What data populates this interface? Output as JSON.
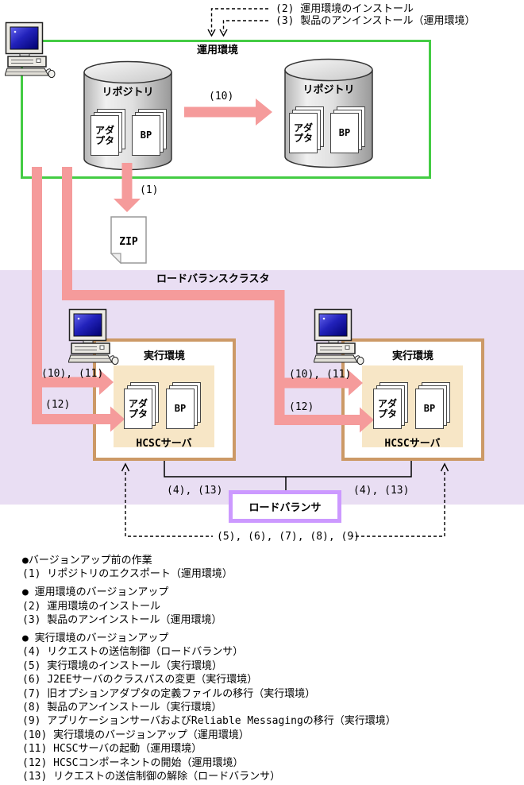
{
  "colors": {
    "green_border": "#44cc44",
    "pink_arrow": "#f59b9b",
    "lavender_band": "#e9def3",
    "wheat_server": "#f7e6c6",
    "tan_border": "#cc9966",
    "purple_border": "#cc99ff"
  },
  "top_annotations": {
    "ann2": "(2) 運用環境のインストール",
    "ann3": "(3) 製品のアンインストール（運用環境）"
  },
  "op_env": {
    "title": "運用環境",
    "repo_label": "リポジトリ",
    "adapter_doc": "アダ\nプタ",
    "bp_doc": "BP",
    "migrate_arrow_label": "(10)",
    "export_arrow_label": "(1)",
    "zip_label": "ZIP"
  },
  "cluster": {
    "title": "ロードバランスクラスタ",
    "exec_title": "実行環境",
    "server_label": "HCSCサーバ",
    "arrow_top_label": "(10), (11)",
    "arrow_bottom_label": "(12)",
    "lb_label": "ロードバランサ",
    "lb_link_label": "(4), (13)",
    "return_label": "(5), (6), (7), (8), (9)"
  },
  "legend": {
    "sections": [
      {
        "heading": "●バージョンアップ前の作業",
        "items": [
          "(1) リポジトリのエクスポート（運用環境）"
        ]
      },
      {
        "heading": "● 運用環境のバージョンアップ",
        "items": [
          "(2) 運用環境のインストール",
          "(3) 製品のアンインストール（運用環境）"
        ]
      },
      {
        "heading": "● 実行環境のバージョンアップ",
        "items": [
          "(4) リクエストの送信制御（ロードバランサ）",
          "(5) 実行環境のインストール（実行環境）",
          "(6) J2EEサーバのクラスパスの変更（実行環境）",
          "(7) 旧オプションアダプタの定義ファイルの移行（実行環境）",
          "(8) 製品のアンインストール（実行環境）",
          "(9) アプリケーションサーバおよびReliable Messagingの移行（実行環境）",
          "(10) 実行環境のバージョンアップ（運用環境）",
          "(11) HCSCサーバの起動（運用環境）",
          "(12) HCSCコンポーネントの開始（運用環境）",
          "(13) リクエストの送信制御の解除（ロードバランサ）"
        ]
      }
    ]
  }
}
